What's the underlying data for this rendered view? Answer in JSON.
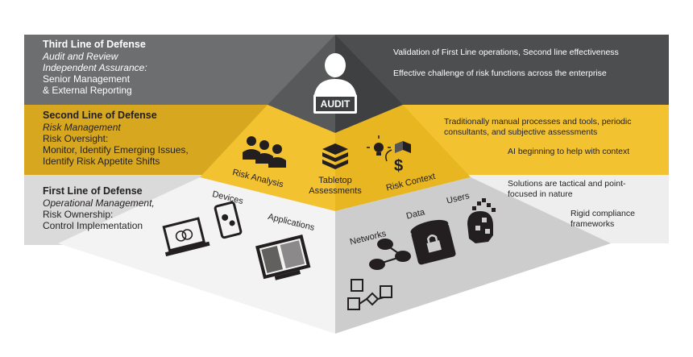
{
  "third_line": {
    "title": "Third Line of Defense",
    "subtitle_1": "Audit and Review",
    "subtitle_2": "Independent Assurance:",
    "line_1": "Senior Management",
    "line_2": "& External Reporting",
    "note_1": "Validation of First Line operations, Second line effectiveness",
    "note_2": "Effective challenge of risk functions across the enterprise",
    "badge": "AUDIT"
  },
  "second_line": {
    "title": "Second Line of Defense",
    "subtitle": "Risk Management",
    "line_1": "Risk Oversight:",
    "line_2": "Monitor, Identify Emerging Issues,",
    "line_3": "Identify Risk Appetite Shifts",
    "note_1": "Traditionally manual processes and tools, periodic consultants, and subjective assessments",
    "note_2": "AI beginning to help with context",
    "label_risk_analysis": "Risk Analysis",
    "label_tabletop_1": "Tabletop",
    "label_tabletop_2": "Assessments",
    "label_risk_context": "Risk Context"
  },
  "first_line": {
    "title": "First Line of Defense",
    "subtitle": "Operational Management,",
    "line_1": "Risk Ownership:",
    "line_2": "Control Implementation",
    "note_1": "Solutions are tactical and point-focused in nature",
    "note_2": "Rigid compliance frameworks",
    "label_devices": "Devices",
    "label_applications": "Applications",
    "label_networks": "Networks",
    "label_data": "Data",
    "label_users": "Users"
  },
  "colors": {
    "dark_gray": "#6d6e70",
    "mid_gray": "#4a4b4d",
    "yellow": "#f2c230",
    "dark_yellow": "#d7a81f",
    "light_gray": "#e6e6e6",
    "pale_gray": "#f2f2f2",
    "side_gray": "#cfcfcf",
    "icon": "#231f20"
  },
  "icons": [
    "person-audit-icon",
    "group-icon",
    "stack-icon",
    "lightbulb-dollar-icon",
    "laptop-icon",
    "phone-gears-icon",
    "app-window-icon",
    "network-icon",
    "database-lock-icon",
    "user-pixel-icon",
    "flowchart-icon"
  ]
}
